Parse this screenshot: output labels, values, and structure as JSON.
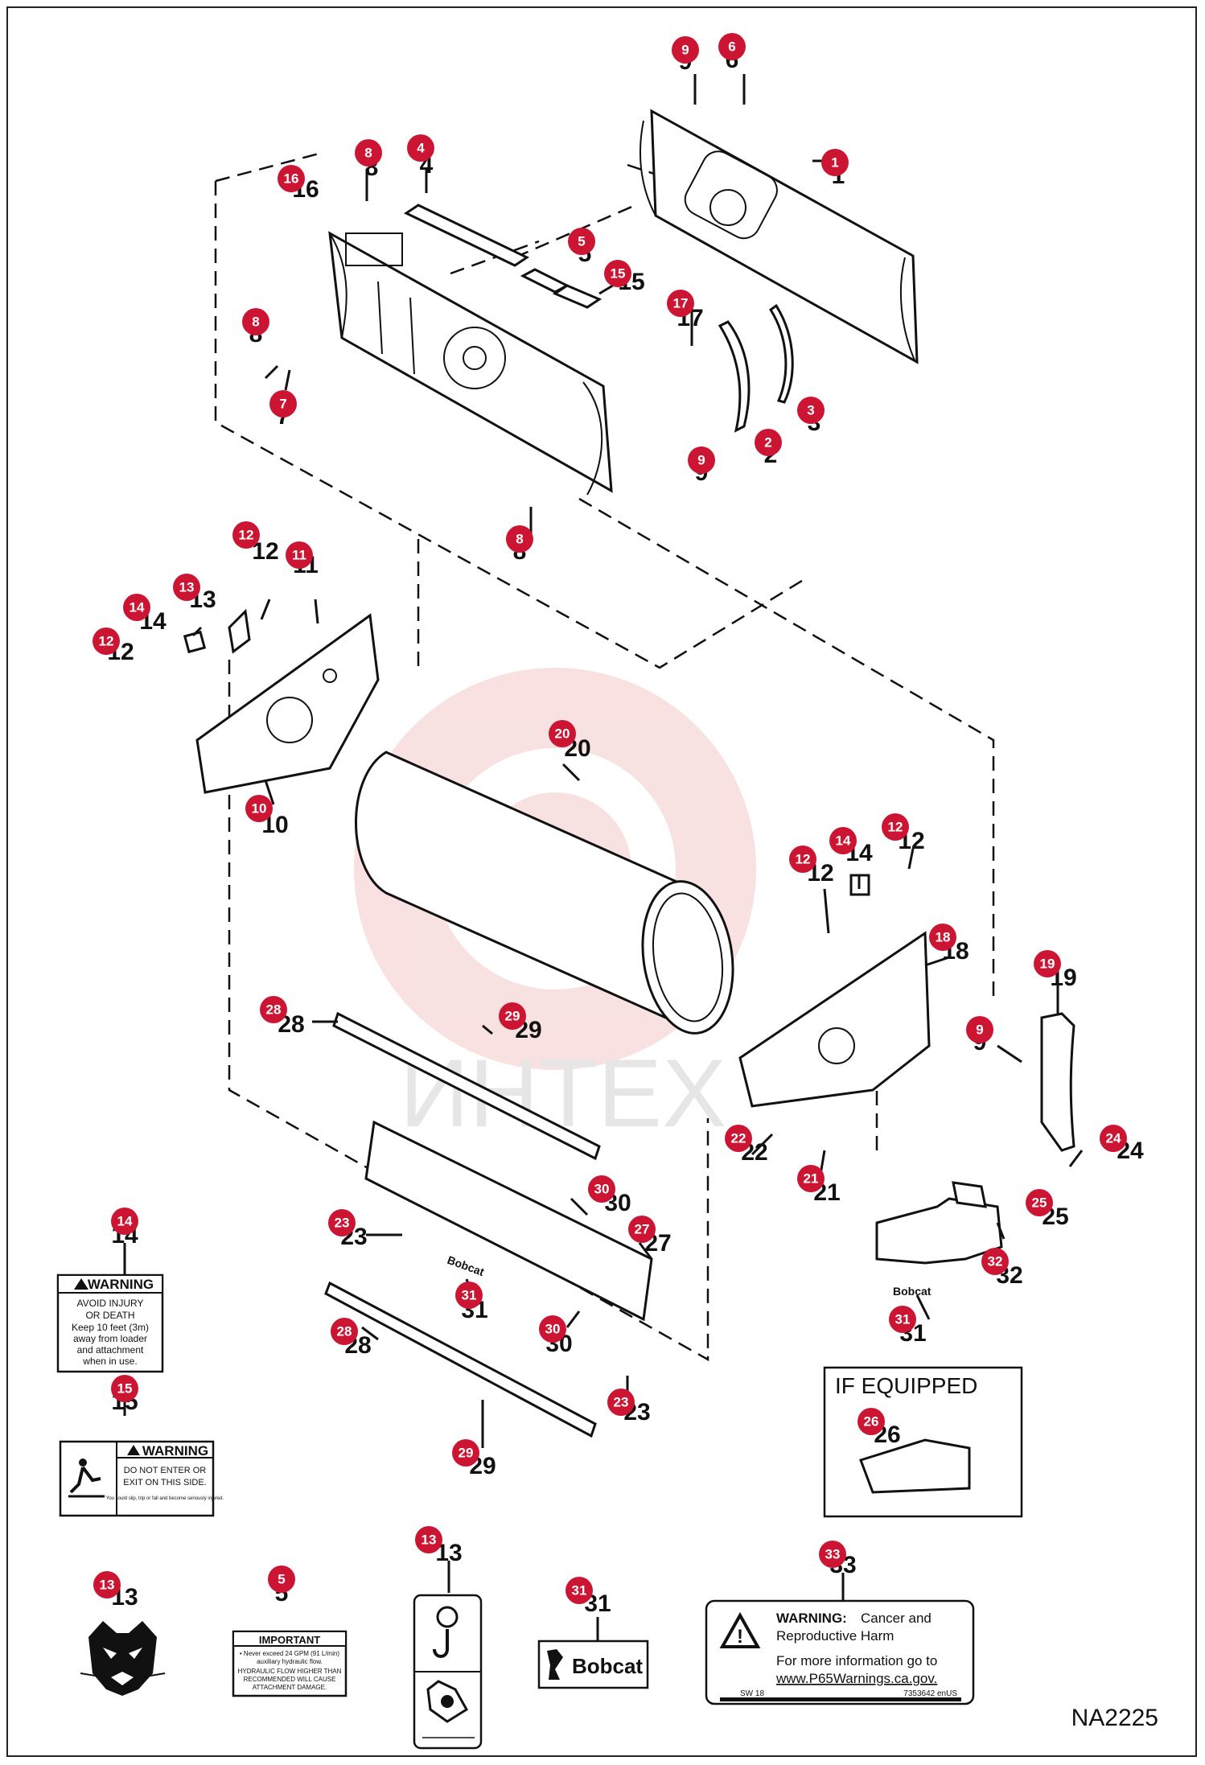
{
  "diagram_id": "NA2225",
  "watermark": "ИНТЕХ",
  "if_equipped_label": "IF EQUIPPED",
  "parts": [
    "1",
    "2",
    "3",
    "4",
    "5",
    "6",
    "7",
    "8",
    "9",
    "10",
    "11",
    "12",
    "13",
    "14",
    "15",
    "16",
    "17",
    "18",
    "19",
    "20",
    "21",
    "22",
    "23",
    "24",
    "25",
    "26",
    "27",
    "28",
    "29",
    "30",
    "31",
    "32",
    "33"
  ],
  "colors": {
    "callout": "#cc1533",
    "line": "#111111",
    "watermark": "#f4c9c9"
  },
  "decals": {
    "warning14": {
      "header": "WARNING",
      "lines": [
        "AVOID INJURY",
        "OR DEATH",
        "Keep 10 feet (3m)",
        "away from loader",
        "and attachment",
        "when in use."
      ]
    },
    "warning15": {
      "header": "WARNING",
      "lines": [
        "DO NOT ENTER OR",
        "EXIT ON THIS  SIDE."
      ],
      "note": "You could slip, trip or fall and become seriously injured."
    },
    "important5": {
      "header": "IMPORTANT",
      "lines": [
        "• Never exceed 24 GPM (91 L/min)",
        "auxiliary hydraulic flow.",
        "HYDRAULIC FLOW HIGHER THAN",
        "RECOMMENDED WILL CAUSE",
        "ATTACHMENT DAMAGE."
      ]
    },
    "bobcat31": {
      "text": "Bobcat"
    },
    "warning33": {
      "title1": "WARNING:",
      "title2": "Cancer and",
      "title3": "Reproductive Harm",
      "info1": "For more information go to",
      "info2": "www.P65Warnings.ca.gov.",
      "code_left": "SW 18",
      "code_right": "7353642 enUS"
    }
  }
}
